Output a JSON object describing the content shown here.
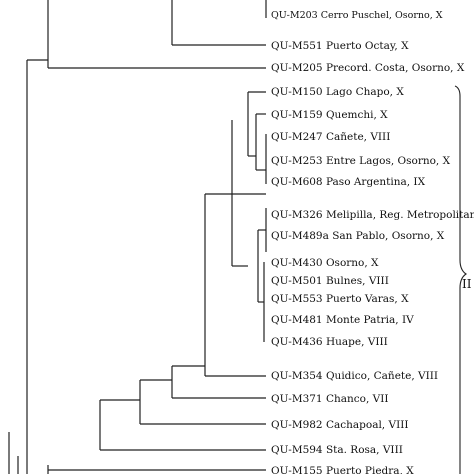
{
  "tips": [
    {
      "code": "QU-M203",
      "locality": "Cerro Puschel, Osorno, X"
    },
    {
      "code": "QU-M551",
      "locality": "Puerto Octay, X"
    },
    {
      "code": "QU-M205",
      "locality": "Precord. Costa, Osorno, X"
    },
    {
      "code": "QU-M150",
      "locality": "Lago Chapo, X"
    },
    {
      "code": "QU-M159",
      "locality": "Quemchi, X"
    },
    {
      "code": "QU-M247",
      "locality": "Cañete, VIII"
    },
    {
      "code": "QU-M253",
      "locality": "Entre Lagos, Osorno, X"
    },
    {
      "code": "QU-M608",
      "locality": "Paso Argentina, IX"
    },
    {
      "code": "QU-M326",
      "locality": "Melipilla, Reg. Metropolitana"
    },
    {
      "code": "QU-M489a",
      "locality": "San Pablo, Osorno, X"
    },
    {
      "code": "QU-M430",
      "locality": "Osorno, X"
    },
    {
      "code": "QU-M501",
      "locality": "Bulnes, VIII"
    },
    {
      "code": "QU-M553",
      "locality": "Puerto Varas, X"
    },
    {
      "code": "QU-M481",
      "locality": "Monte Patria, IV"
    },
    {
      "code": "QU-M436",
      "locality": "Huape, VIII"
    },
    {
      "code": "QU-M354",
      "locality": "Quidico, Cañete, VIII"
    },
    {
      "code": "QU-M371",
      "locality": "Chanco, VII"
    },
    {
      "code": "QU-M982",
      "locality": "Cachapoal, VIII"
    },
    {
      "code": "QU-M594",
      "locality": "Sta. Rosa, VIII"
    },
    {
      "code": "QU-M155",
      "locality": "Puerto Piedra, X"
    }
  ],
  "clade_label": "II"
}
